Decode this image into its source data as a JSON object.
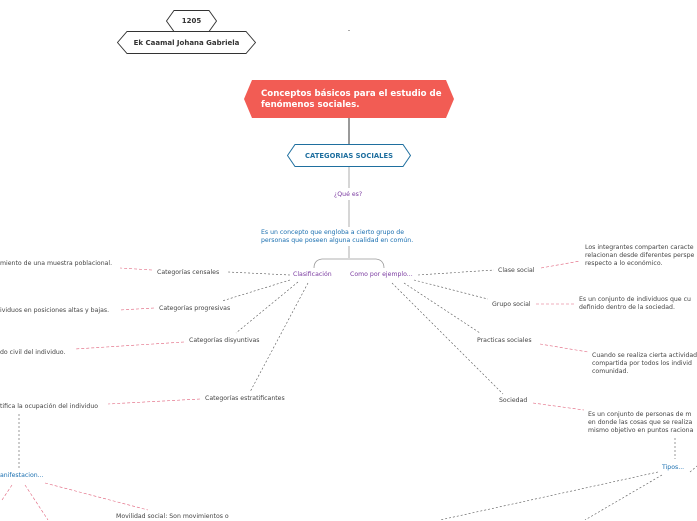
{
  "header": {
    "group": "1205",
    "author": "Ek Caamal Johana Gabriela"
  },
  "main_topic": "Conceptos básicos para el estudio de fenómenos sociales.",
  "category": "CATEGORIAS SOCIALES",
  "question": "¿Qué es?",
  "definition": "Es un concepto que engloba a cierto grupo de personas que poseen alguna cualidad en común.",
  "branches": {
    "classification": "Clasificación",
    "examples": "Como por ejemplo..."
  },
  "left": {
    "censales": {
      "label": "Categorías censales",
      "note": "miento de una muestra poblacional."
    },
    "progresivas": {
      "label": "Categorías progresivas",
      "note": "ividuos en posiciones altas y bajas."
    },
    "disyuntivas": {
      "label": "Categorías disyuntivas",
      "note": "do civil del individuo."
    },
    "estratificantes": {
      "label": "Categorías estratificantes",
      "note": "tifica la ocupación del individuo"
    },
    "manifestacion": "anifestacion...",
    "movilidad": "Movilidad social: Son movimientos o"
  },
  "right": {
    "clase": {
      "label": "Clase social",
      "note_l1": "Los integrantes comparten caracte",
      "note_l2": "relacionan desde diferentes perspe",
      "note_l3": "respecto a lo económico."
    },
    "grupo": {
      "label": "Grupo social",
      "note_l1": "Es un conjunto de individuos que cu",
      "note_l2": "definido dentro de la sociedad."
    },
    "practicas": {
      "label": "Practicas sociales",
      "note_l1": "Cuando se realiza cierta actividad",
      "note_l2": "compartida por todos los individ",
      "note_l3": "comunidad."
    },
    "sociedad": {
      "label": "Sociedad",
      "note_l1": "Es un conjunto de personas de m",
      "note_l2": "en donde las cosas que se realiza",
      "note_l3": "mismo objetivo en puntos raciona"
    },
    "tipos": "Tipos..."
  },
  "colors": {
    "main": "#f25c54",
    "category_border": "#1f6f9f",
    "blue_text": "#1a6fb0",
    "purple_text": "#7a3aa0",
    "pink_link": "#e0607a"
  }
}
